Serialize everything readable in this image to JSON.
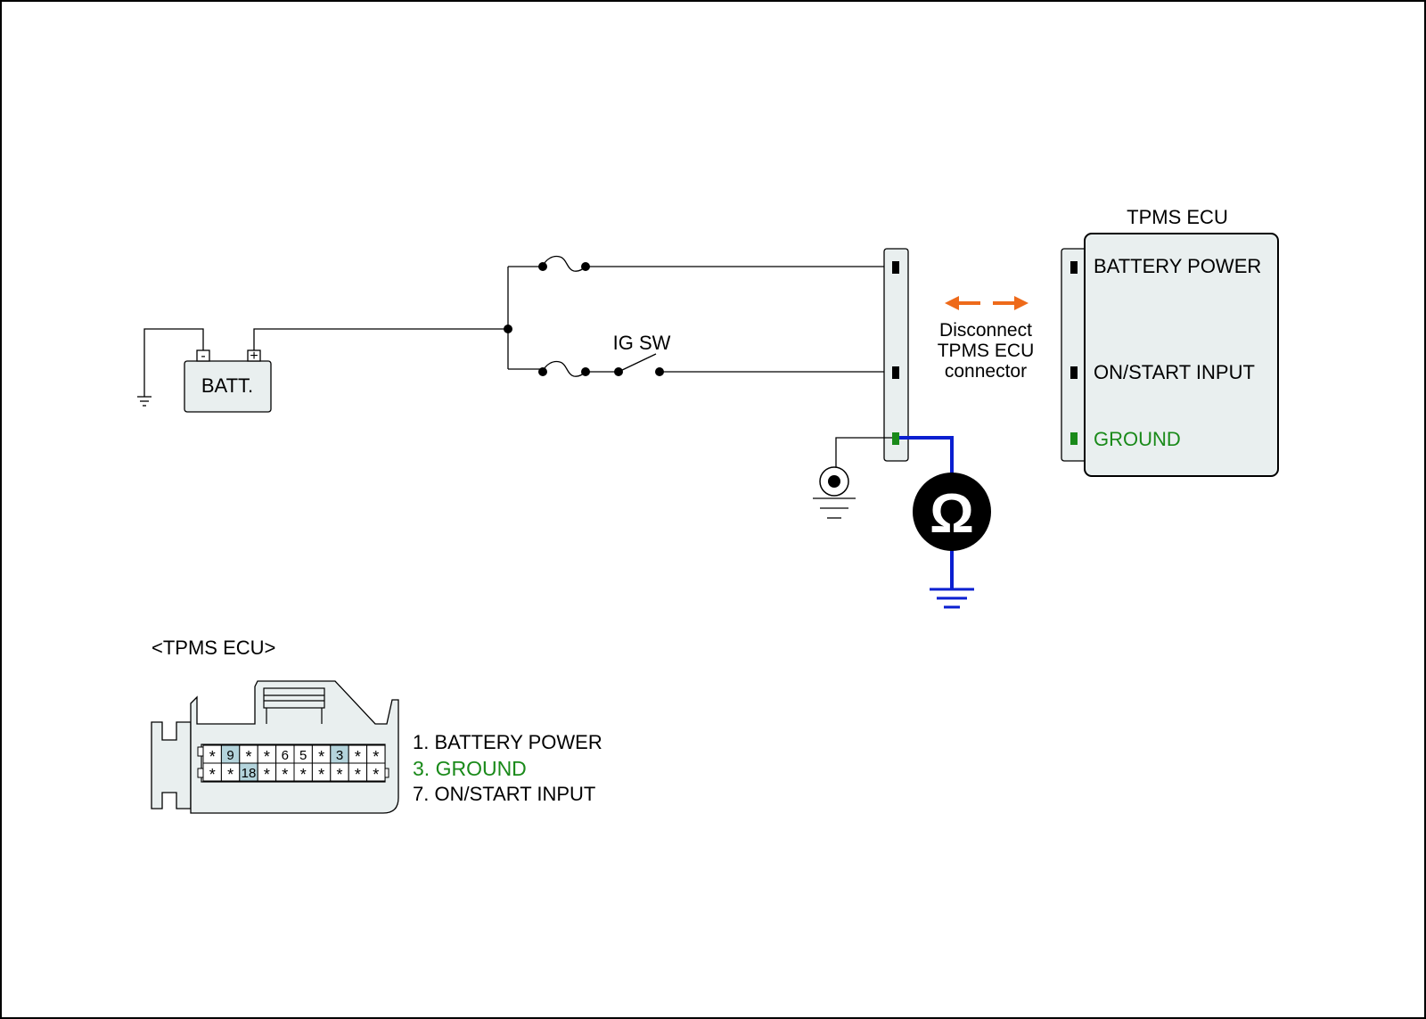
{
  "battery": {
    "label": "BATT.",
    "minus": "-",
    "plus": "+"
  },
  "switch": {
    "label": "IG SW"
  },
  "disconnect": {
    "line1": "Disconnect",
    "line2": "TPMS ECU",
    "line3": "connector"
  },
  "meter": {
    "symbol": "Ω",
    "icon": "ohmmeter-icon"
  },
  "ecu": {
    "title": "TPMS ECU",
    "terminals": [
      {
        "label": "BATTERY POWER",
        "color": "#000000"
      },
      {
        "label": "ON/START INPUT",
        "color": "#000000"
      },
      {
        "label": "GROUND",
        "color": "#1a8a1a"
      }
    ]
  },
  "connector": {
    "title": "<TPMS ECU>",
    "row1": [
      "*",
      "9",
      "*",
      "*",
      "6",
      "5",
      "*",
      "3",
      "*",
      "*"
    ],
    "row2": [
      "*",
      "*",
      "18",
      "*",
      "*",
      "*",
      "*",
      "*",
      "*",
      "*"
    ],
    "legend": [
      {
        "text": "1. BATTERY POWER",
        "color": "#000000"
      },
      {
        "text": "3. GROUND",
        "color": "#1a8a1a"
      },
      {
        "text": "7. ON/START INPUT",
        "color": "#000000"
      }
    ]
  },
  "colors": {
    "wire": "#000000",
    "probe": "#0a1fd0",
    "ground_pin": "#1a8a1a",
    "arrow": "#ee6a1a",
    "box_fill": "#e9efef",
    "pin_highlight": "#b4d4dc"
  }
}
